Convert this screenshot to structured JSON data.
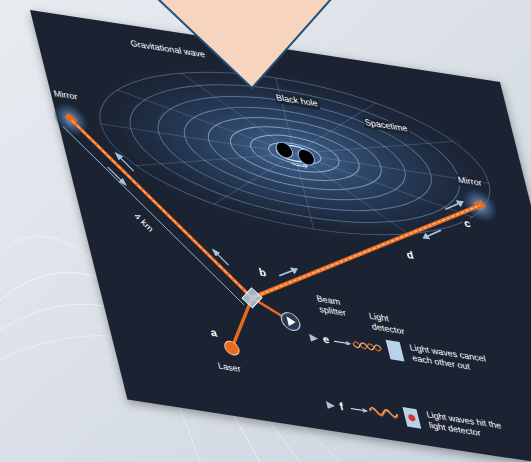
{
  "diagram": {
    "labels": [
      "Gravitational wave",
      "Black hole",
      "Spacetime",
      "Mirror",
      "Mirror",
      "4 km",
      "a",
      "Laser",
      "b",
      "c",
      "d",
      "Beam splitter",
      "Light detector",
      "e",
      "f",
      "Light waves cancel each other out",
      "Light waves hit the light detector"
    ]
  }
}
